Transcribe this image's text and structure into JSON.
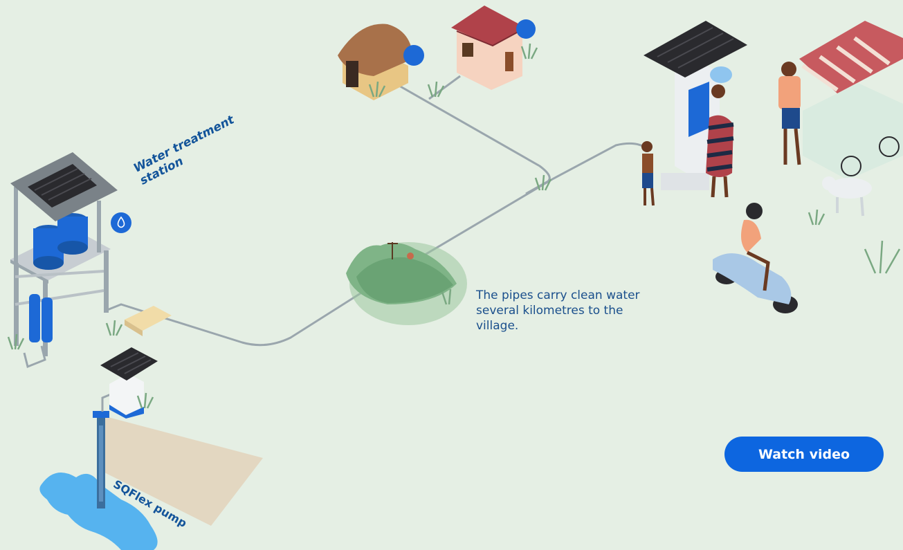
{
  "labels": {
    "water_treatment": "Water treatment station",
    "pump": "SQFlex pump"
  },
  "caption": "The pipes carry clean water several kilometres to the village.",
  "actions": {
    "watch_video": "Watch video"
  },
  "colors": {
    "background": "#e5efe4",
    "accent_blue": "#0d66e0",
    "label_blue": "#13549a",
    "pipe": "#9aa6ad",
    "water": "#56b3ef"
  },
  "icons": [
    "water-drop-icon",
    "tap-icon"
  ]
}
